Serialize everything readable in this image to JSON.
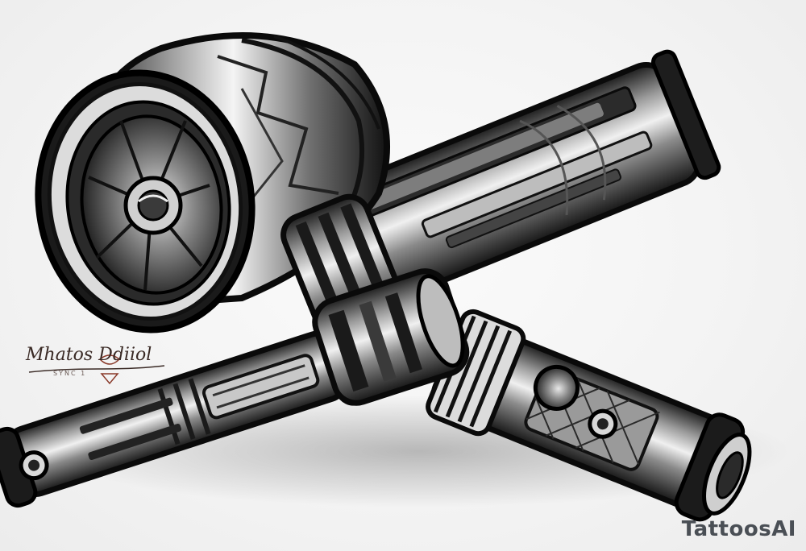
{
  "image": {
    "subject": "lightsaber-style cylindrical hilts",
    "colors": {
      "ink": "#101010",
      "metal_dark": "#2a2a2a",
      "metal_mid": "#7a7a7a",
      "metal_light": "#d8d8d8",
      "background": "#f4f4f4",
      "signature_ink": "#3a2a25"
    }
  },
  "signature": {
    "script": "Mhatos Ddiiol",
    "sub": "SYNC  1"
  },
  "watermark": {
    "text": "TattoosAI"
  }
}
